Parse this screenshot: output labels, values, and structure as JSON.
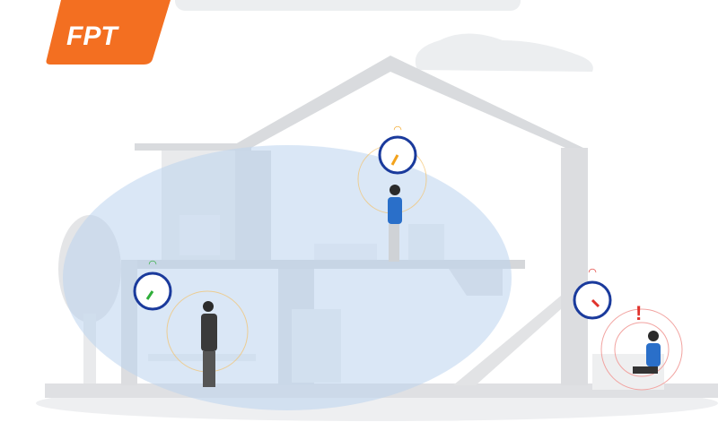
{
  "logo": {
    "text": "FPT",
    "color": "#f36f21"
  },
  "colors": {
    "coverage": "#bcd3ee",
    "router_ring": "#1a3a9c",
    "good_signal": "#2fae3a",
    "weak_signal": "#e0322b",
    "wall": "#e6e7e9",
    "person_shirt": "#2a6fc9"
  },
  "signal_meters": [
    {
      "location": "upper-floor",
      "level": "good",
      "needle_color": "#f3a21b"
    },
    {
      "location": "ground-floor-left",
      "level": "good",
      "needle_color": "#2fae3a"
    },
    {
      "location": "outside-right",
      "level": "weak",
      "needle_color": "#e0322b",
      "alert": "!"
    }
  ]
}
